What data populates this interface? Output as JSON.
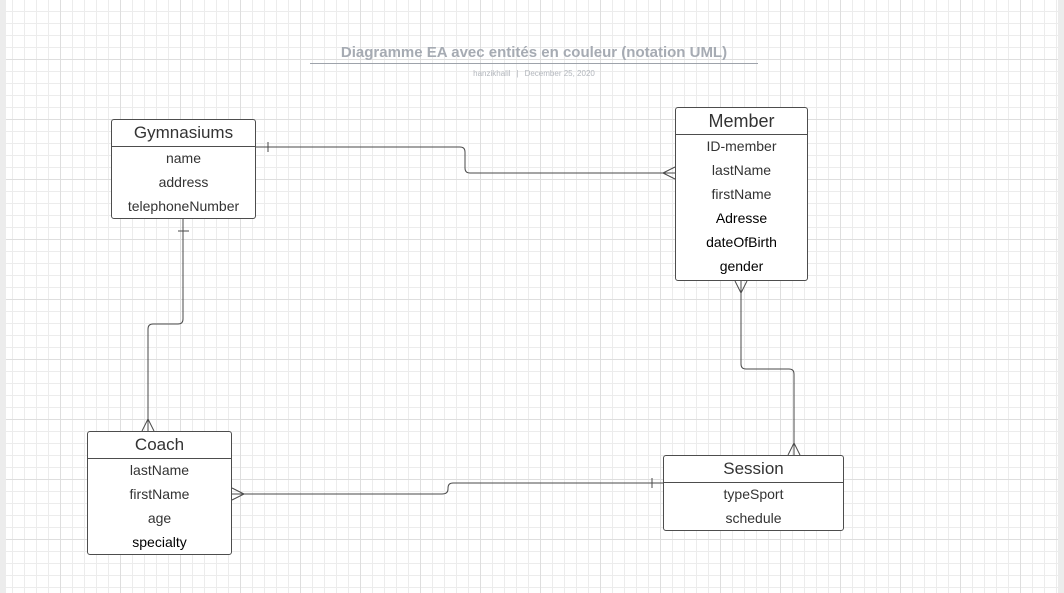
{
  "diagram": {
    "title": "Diagramme EA avec entités en couleur (notation UML)",
    "author": "hanzikhalil",
    "date": "December 25, 2020",
    "separator": "|"
  },
  "entities": {
    "gymnasiums": {
      "name": "Gymnasiums",
      "attributes": [
        "name",
        "address",
        "telephoneNumber"
      ]
    },
    "member": {
      "name": "Member",
      "attributes": [
        "ID-member",
        "lastName",
        "firstName",
        "Adresse",
        "dateOfBirth",
        "gender"
      ]
    },
    "coach": {
      "name": "Coach",
      "attributes": [
        "lastName",
        "firstName",
        "age",
        "specialty"
      ]
    },
    "session": {
      "name": "Session",
      "attributes": [
        "typeSport",
        "schedule"
      ]
    }
  },
  "relationships": [
    {
      "from": "Gymnasiums",
      "to": "Member",
      "from_end": "one",
      "to_end": "many"
    },
    {
      "from": "Gymnasiums",
      "to": "Coach",
      "from_end": "one",
      "to_end": "many"
    },
    {
      "from": "Member",
      "to": "Session",
      "from_end": "many",
      "to_end": "many"
    },
    {
      "from": "Coach",
      "to": "Session",
      "from_end": "many",
      "to_end": "one"
    }
  ],
  "colors": {
    "line": "#4a4a4a",
    "border": "#4d4d4d",
    "title": "#a6abb3",
    "grid": "#dedede"
  }
}
